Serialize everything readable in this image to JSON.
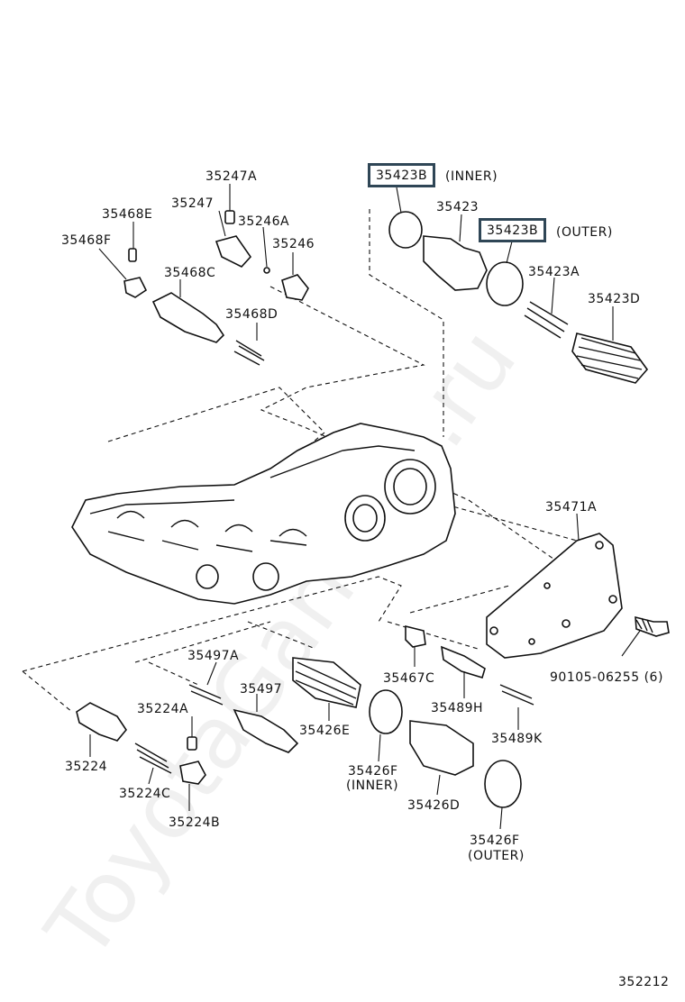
{
  "diagram": {
    "watermark": "ToyotaGarMira.ru",
    "page_code": "352212",
    "labels": {
      "p35247A": "35247A",
      "p35247": "35247",
      "p35246A": "35246A",
      "p35246": "35246",
      "p35468E": "35468E",
      "p35468F": "35468F",
      "p35468C": "35468C",
      "p35468D": "35468D",
      "p35423B_inner": "35423B",
      "p35423B_inner_note": "(INNER)",
      "p35423": "35423",
      "p35423B_outer": "35423B",
      "p35423B_outer_note": "(OUTER)",
      "p35423A": "35423A",
      "p35423D": "35423D",
      "p35471A": "35471A",
      "p90105": "90105-06255 (6)",
      "p35497A": "35497A",
      "p35497": "35497",
      "p35426E": "35426E",
      "p35467C": "35467C",
      "p35489H": "35489H",
      "p35489K": "35489K",
      "p35224A": "35224A",
      "p35224": "35224",
      "p35224C": "35224C",
      "p35224B": "35224B",
      "p35426F_inner": "35426F",
      "p35426F_inner_note": "(INNER)",
      "p35426D": "35426D",
      "p35426F_outer": "35426F",
      "p35426F_outer_note": "(OUTER)"
    },
    "highlight_color": "#2f4656"
  }
}
